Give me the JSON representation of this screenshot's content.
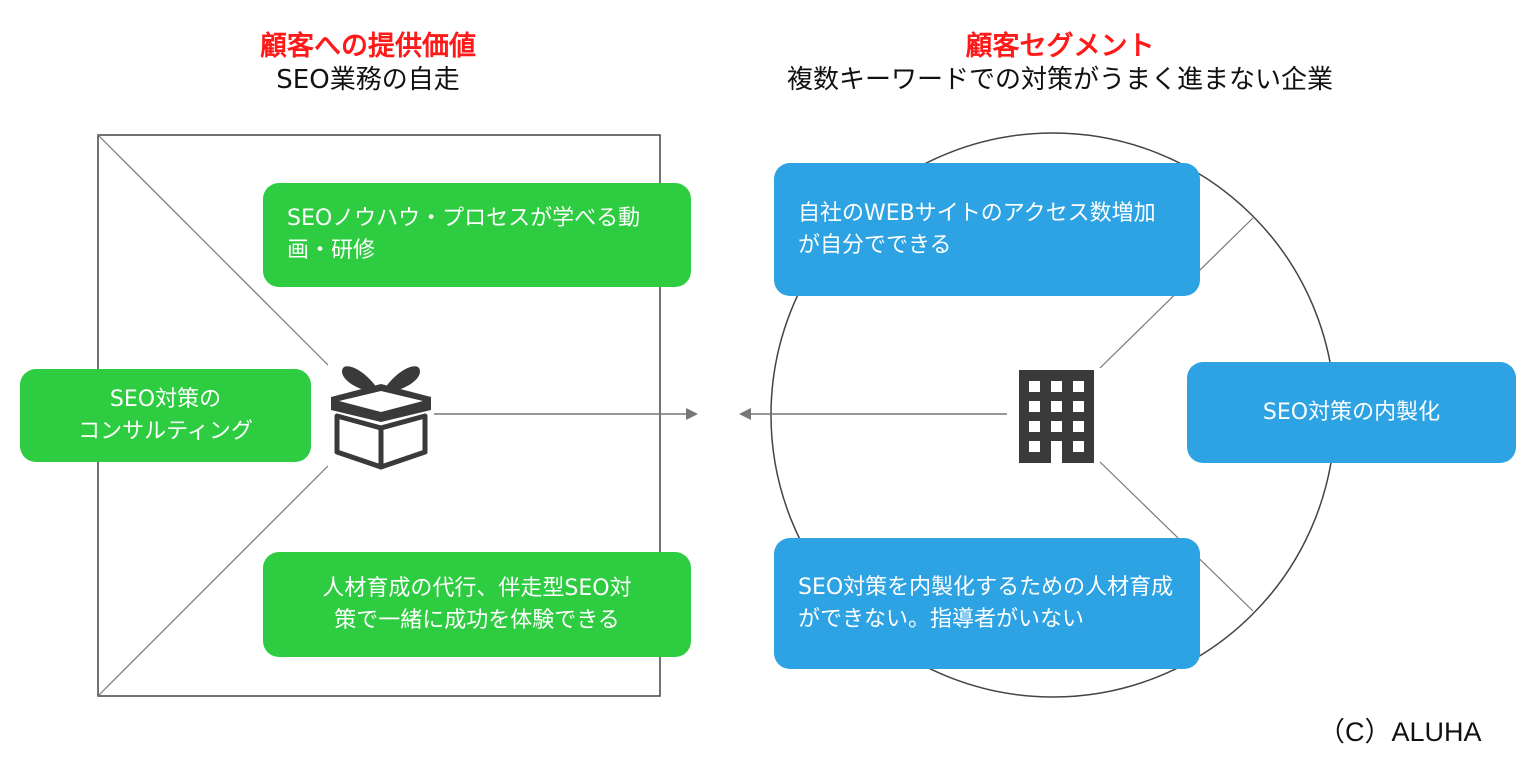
{
  "left": {
    "heading_label": "顧客への提供価値",
    "heading_value": "SEO業務の自走",
    "boxes": {
      "seo_howto": "SEOノウハウ・プロセスが学べる動画・研修",
      "consulting_line1": "SEO対策の",
      "consulting_line2": "コンサルティング",
      "training_line1": "人材育成の代行、伴走型SEO対",
      "training_line2": "策で一緒に成功を体験できる"
    }
  },
  "right": {
    "heading_label": "顧客セグメント",
    "heading_value": "複数キーワードでの対策がうまく進まない企業",
    "boxes": {
      "access": "自社のWEBサイトのアクセス数増加が自分でできる",
      "inhouse": "SEO対策の内製化",
      "mentor": "SEO対策を内製化するための人材育成ができない。指導者がいない"
    }
  },
  "icons": {
    "gift": "gift-box-icon",
    "building": "office-building-icon"
  },
  "colors": {
    "heading_accent": "#ff1a1a",
    "value_box": "#2ecc40",
    "segment_box": "#2ea3e3",
    "outline": "#444444"
  },
  "copyright": "（C）ALUHA"
}
